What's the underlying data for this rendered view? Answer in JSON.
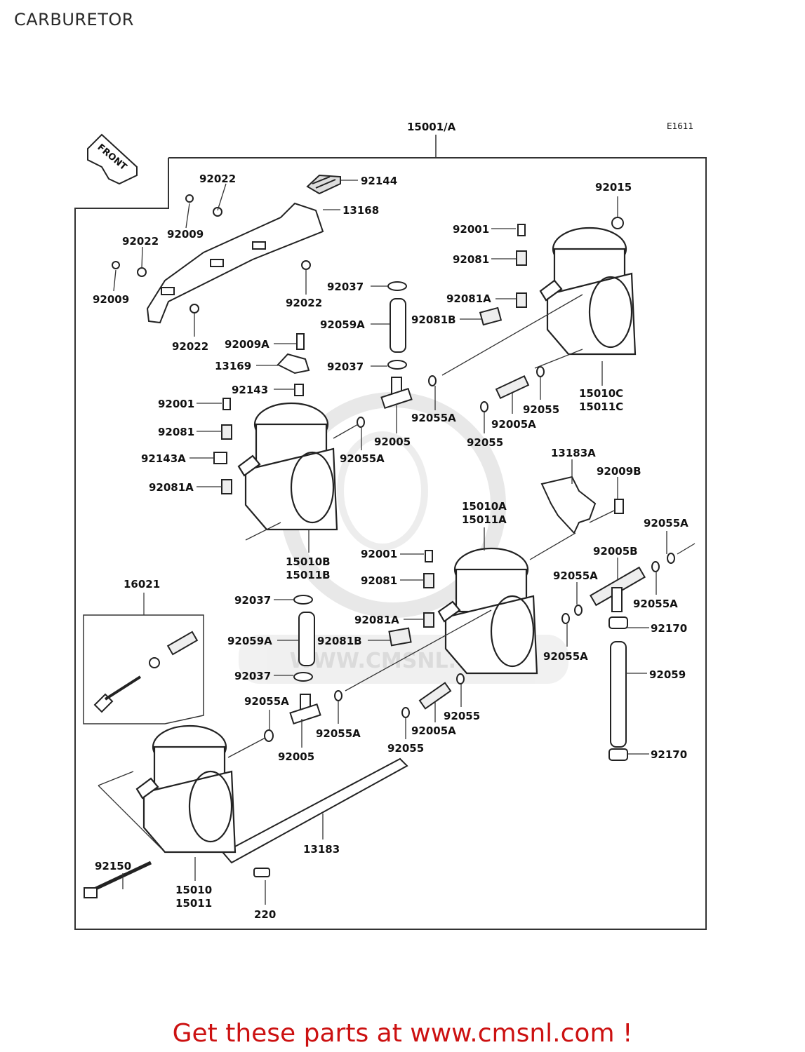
{
  "title": "CARBURETOR",
  "diagram_code": "E1611",
  "front_label": "FRONT",
  "watermark": "WWW.CMSNL.COM",
  "footer": "Get these parts at www.cmsnl.com !",
  "parts": [
    {
      "label": "15001/A"
    },
    {
      "label": "92022"
    },
    {
      "label": "92144"
    },
    {
      "label": "13168"
    },
    {
      "label": "92009"
    },
    {
      "label": "92022"
    },
    {
      "label": "92009"
    },
    {
      "label": "92022"
    },
    {
      "label": "92022"
    },
    {
      "label": "92015"
    },
    {
      "label": "92001"
    },
    {
      "label": "92081"
    },
    {
      "label": "92037"
    },
    {
      "label": "92081A"
    },
    {
      "label": "92059A"
    },
    {
      "label": "92081B"
    },
    {
      "label": "92009A"
    },
    {
      "label": "13169"
    },
    {
      "label": "92037"
    },
    {
      "label": "92143"
    },
    {
      "label": "15010C"
    },
    {
      "label": "15011C"
    },
    {
      "label": "92055"
    },
    {
      "label": "92001"
    },
    {
      "label": "92005A"
    },
    {
      "label": "92055A"
    },
    {
      "label": "92081"
    },
    {
      "label": "92005"
    },
    {
      "label": "92055"
    },
    {
      "label": "92055A"
    },
    {
      "label": "92143A"
    },
    {
      "label": "13183A"
    },
    {
      "label": "92009B"
    },
    {
      "label": "92081A"
    },
    {
      "label": "15010A"
    },
    {
      "label": "15011A"
    },
    {
      "label": "92055A"
    },
    {
      "label": "15010B"
    },
    {
      "label": "15011B"
    },
    {
      "label": "92001"
    },
    {
      "label": "92005B"
    },
    {
      "label": "16021"
    },
    {
      "label": "92081"
    },
    {
      "label": "92055A"
    },
    {
      "label": "92037"
    },
    {
      "label": "92055A"
    },
    {
      "label": "92081A"
    },
    {
      "label": "92170"
    },
    {
      "label": "92059A"
    },
    {
      "label": "92081B"
    },
    {
      "label": "92055A"
    },
    {
      "label": "92037"
    },
    {
      "label": "92059"
    },
    {
      "label": "92055A"
    },
    {
      "label": "92055"
    },
    {
      "label": "92005A"
    },
    {
      "label": "92055A"
    },
    {
      "label": "92005"
    },
    {
      "label": "92055"
    },
    {
      "label": "92170"
    },
    {
      "label": "92150"
    },
    {
      "label": "13183"
    },
    {
      "label": "15010"
    },
    {
      "label": "15011"
    },
    {
      "label": "220"
    }
  ]
}
